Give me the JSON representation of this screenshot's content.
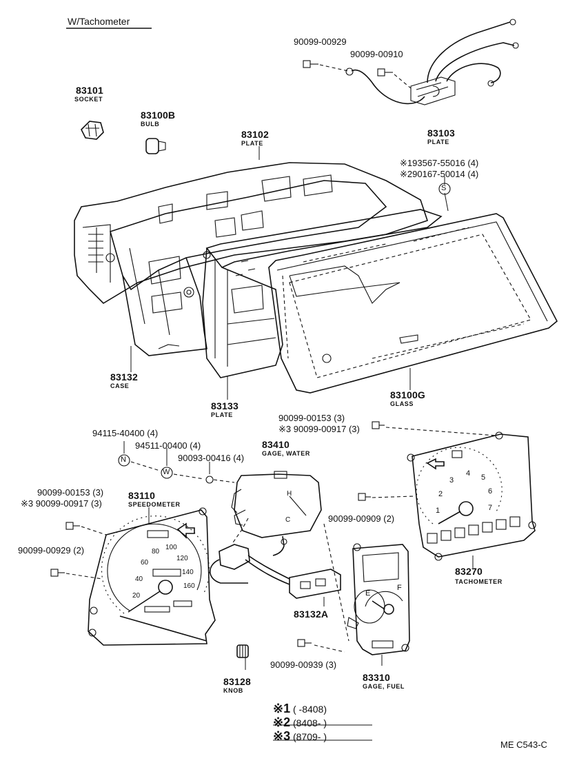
{
  "header": {
    "title": "W/Tachometer"
  },
  "footer_code": "ME C543-C",
  "legend": {
    "rows": [
      {
        "mark": "※1",
        "range": "(        -8408)"
      },
      {
        "mark": "※2",
        "range": "(8408-         )"
      },
      {
        "mark": "※3",
        "range": "(8709-         )"
      }
    ]
  },
  "parts": {
    "p83101": {
      "number": "83101",
      "name": "SOCKET"
    },
    "p83100B": {
      "number": "83100B",
      "name": "BULB"
    },
    "p83102": {
      "number": "83102",
      "name": "PLATE"
    },
    "p83103": {
      "number": "83103",
      "name": "PLATE"
    },
    "p83132": {
      "number": "83132",
      "name": "CASE"
    },
    "p83133": {
      "number": "83133",
      "name": "PLATE"
    },
    "p83100G": {
      "number": "83100G",
      "name": "GLASS"
    },
    "p83410": {
      "number": "83410",
      "name": "GAGE, WATER"
    },
    "p83110": {
      "number": "83110",
      "name": "SPEEDOMETER"
    },
    "p83270": {
      "number": "83270",
      "name": "TACHOMETER"
    },
    "p83132A": {
      "number": "83132A",
      "name": ""
    },
    "p83128": {
      "number": "83128",
      "name": "KNOB"
    },
    "p83310": {
      "number": "83310",
      "name": "GAGE, FUEL"
    }
  },
  "fasteners": {
    "f1": "90099-00929",
    "f2": "90099-00910",
    "f3": "※193567-55016 (4)",
    "f4": "※290167-50014 (4)",
    "f5": "90099-00153 (3)",
    "f6": "※3 90099-00917 (3)",
    "f7": "94115-40400 (4)",
    "f8": "94511-00400 (4)",
    "f9": "90093-00416 (4)",
    "f10": "90099-00153 (3)",
    "f11": "※3 90099-00917 (3)",
    "f12": "90099-00909 (2)",
    "f13": "90099-00929 (2)",
    "f14": "90099-00939 (3)"
  },
  "markers": {
    "s": "S",
    "n": "N",
    "w": "W"
  },
  "speedometer_scale": [
    "20",
    "40",
    "60",
    "80",
    "100",
    "120",
    "140",
    "160"
  ],
  "tachometer_scale": [
    "1",
    "2",
    "3",
    "4",
    "5",
    "6",
    "7"
  ],
  "fuel_scale": {
    "empty": "E",
    "full": "F"
  },
  "water_scale": {
    "cold": "C",
    "hot": "H"
  }
}
